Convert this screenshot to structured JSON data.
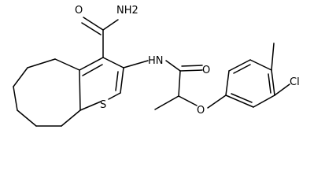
{
  "atoms": {
    "amide_nh2": "NH2",
    "amide_o": "O",
    "ring_s": "S",
    "linker_nh": "HN",
    "carbonyl_o": "O",
    "ether_o": "O",
    "chloro": "Cl"
  },
  "colors": {
    "bond": "#000000",
    "label": "#000000",
    "background": "#ffffff"
  }
}
